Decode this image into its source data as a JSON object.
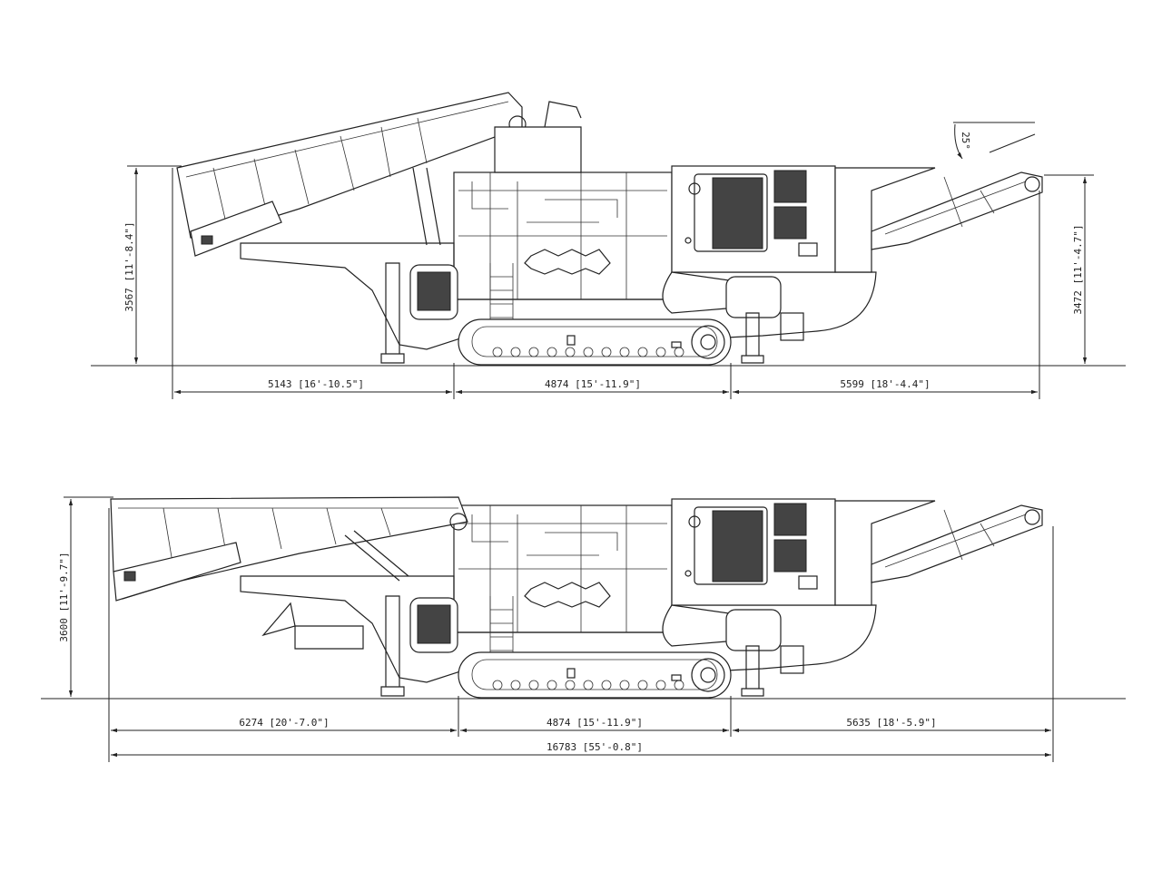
{
  "title": "Mobile crusher side elevation drawings",
  "top_view": {
    "height_left": "3567 [11'-8.4\"]",
    "height_right": "3472 [11'-4.7\"]",
    "conveyor_angle": "25°",
    "dim_left": "5143 [16'-10.5\"]",
    "dim_middle": "4874 [15'-11.9\"]",
    "dim_right": "5599 [18'-4.4\"]"
  },
  "bottom_view": {
    "height_left": "3600 [11'-9.7\"]",
    "dim_left": "6274 [20'-7.0\"]",
    "dim_middle": "4874 [15'-11.9\"]",
    "dim_right": "5635 [18'-5.9\"]",
    "dim_total": "16783 [55'-0.8\"]"
  }
}
